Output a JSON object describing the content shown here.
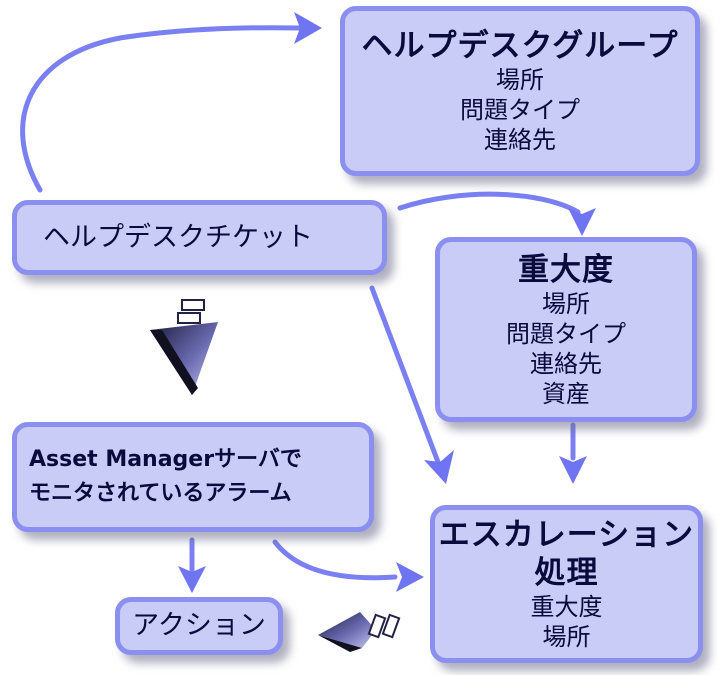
{
  "nodes": {
    "helpdesk_group": {
      "title": "ヘルプデスクグループ",
      "items": [
        "場所",
        "問題タイプ",
        "連絡先"
      ]
    },
    "helpdesk_ticket": {
      "label": "ヘルプデスクチケット"
    },
    "severity": {
      "title": "重大度",
      "items": [
        "場所",
        "問題タイプ",
        "連絡先",
        "資産"
      ]
    },
    "alarm": {
      "line1": "Asset Managerサーバで",
      "line2": "モニタされているアラーム"
    },
    "action": {
      "label": "アクション"
    },
    "escalation": {
      "title_line1": "エスカレーション",
      "title_line2": "処理",
      "items": [
        "重大度",
        "場所"
      ]
    }
  },
  "colors": {
    "box_fill": "#c9ccf7",
    "box_border": "#8a8ff0",
    "arrow": "#6f75f2",
    "text": "#0a0a3c"
  },
  "icons": [
    "down-arrow-decor-icon",
    "left-arrow-decor-icon"
  ]
}
